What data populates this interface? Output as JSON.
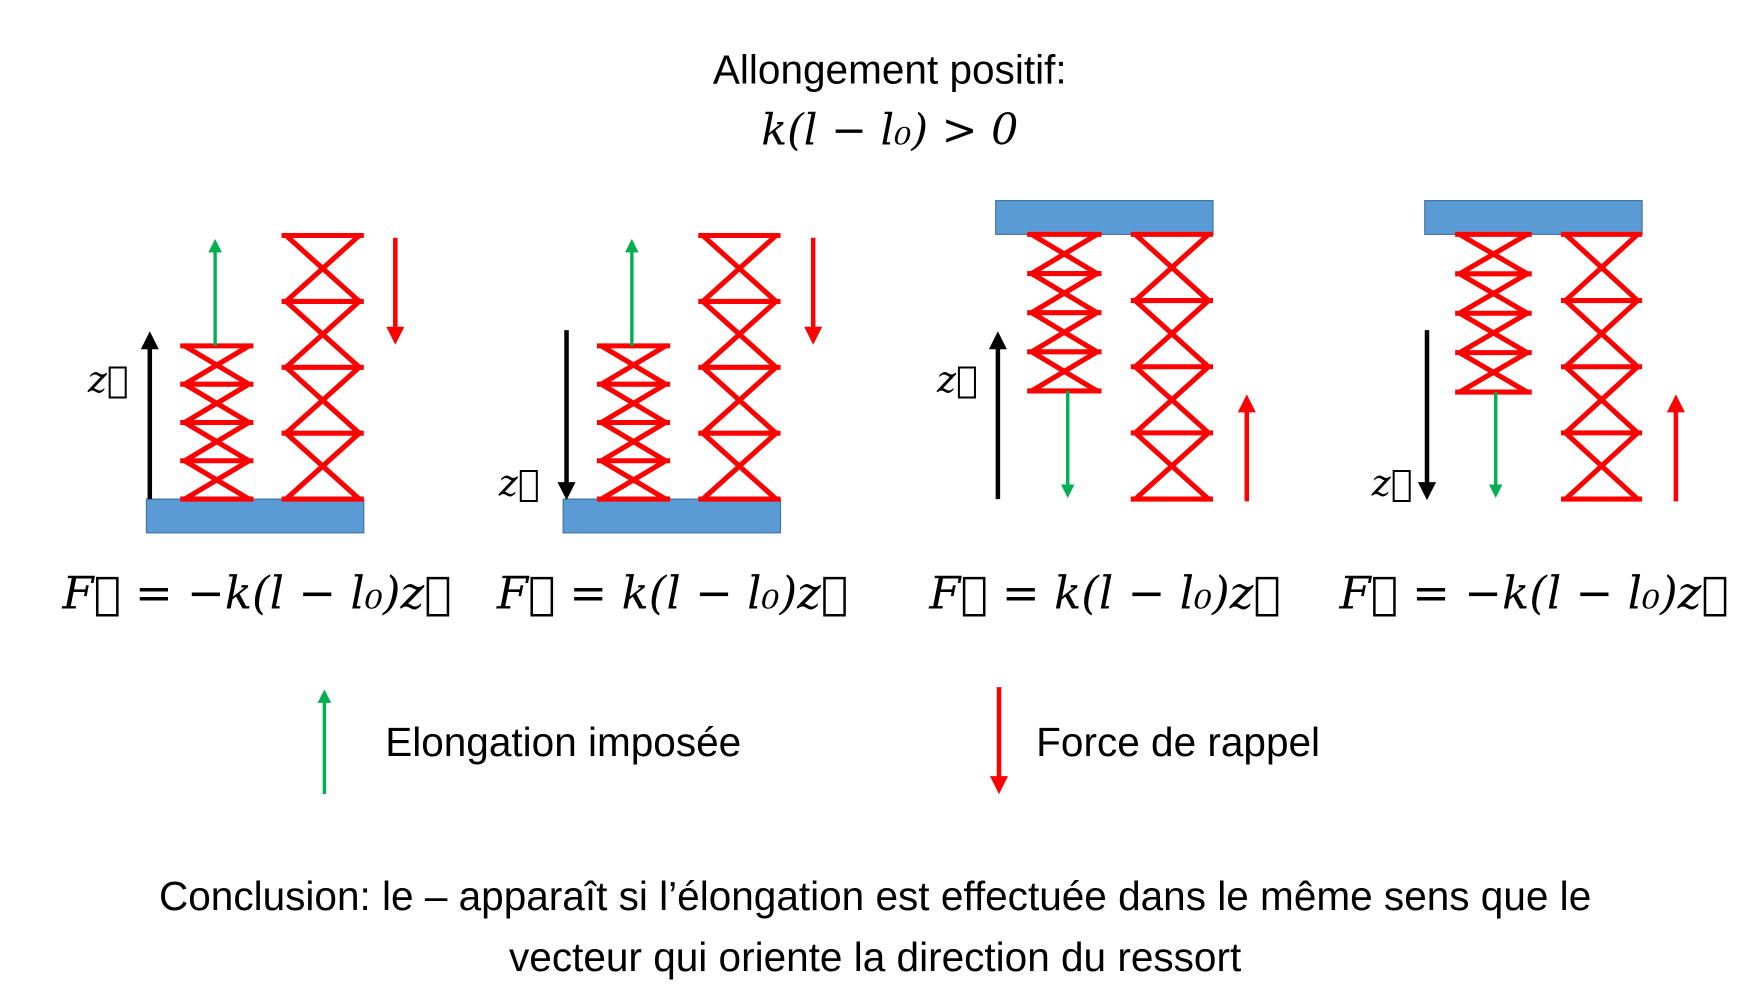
{
  "title": {
    "line1": "Allongement positif:",
    "line2": "k(l − l₀) > 0"
  },
  "panels": [
    {
      "formula": "F⃗ = −k(l − l₀)z⃗",
      "z_label": "z⃗",
      "z_direction": "up",
      "support": "bottom"
    },
    {
      "formula": "F⃗ = k(l − l₀)z⃗",
      "z_label": "z⃗",
      "z_direction": "down",
      "support": "bottom"
    },
    {
      "formula": "F⃗ = k(l − l₀)z⃗",
      "z_label": "z⃗",
      "z_direction": "up",
      "support": "top"
    },
    {
      "formula": "F⃗ = −k(l − l₀)z⃗",
      "z_label": "z⃗",
      "z_direction": "down",
      "support": "top"
    }
  ],
  "legend": {
    "elongation": "Elongation imposée",
    "force": "Force de rappel"
  },
  "conclusion": {
    "line1": "Conclusion: le – apparaît si l’élongation est effectuée dans le même sens que le",
    "line2": "vecteur qui oriente la direction du ressort"
  },
  "colors": {
    "spring": "#ff0000",
    "elongation": "#00b050",
    "force": "#ff0000",
    "axis": "#000000",
    "support": "#5b9bd5"
  }
}
